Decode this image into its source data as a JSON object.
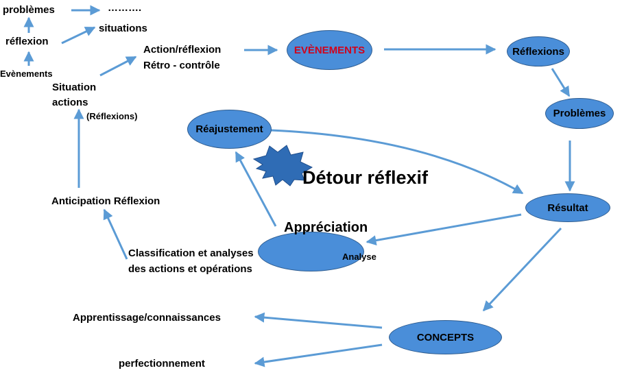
{
  "colors": {
    "node_fill": "#4A8ED9",
    "node_stroke": "#2E5C8F",
    "arrow": "#5B9BD5",
    "burst": "#2F6CB5",
    "evenements_text": "#D0021B"
  },
  "nodes": {
    "evenements": "EVÈNEMENTS",
    "reflexions": "Réflexions",
    "problemes": "Problèmes",
    "resultat": "Résultat",
    "reajustement": "Réajustement",
    "concepts": "CONCEPTS"
  },
  "labels": {
    "problemes": "problèmes",
    "dots": "……….",
    "reflexion": "réflexion",
    "situations": "situations",
    "evenements": "Evènements",
    "action_reflexion": "Action/réflexion",
    "retro_controle": "Rétro - contrôle",
    "situation": "Situation",
    "actions": "actions",
    "reflexions_paren": "(Réflexions)",
    "detour_reflexif": "Détour réflexif",
    "anticipation": "Anticipation Réflexion",
    "appreciation": "Appréciation",
    "analyse": "Analyse",
    "classification_1": "Classification et analyses",
    "classification_2": "des actions et opérations",
    "apprentissage": "Apprentissage/connaissances",
    "perfectionnement": "perfectionnement"
  }
}
